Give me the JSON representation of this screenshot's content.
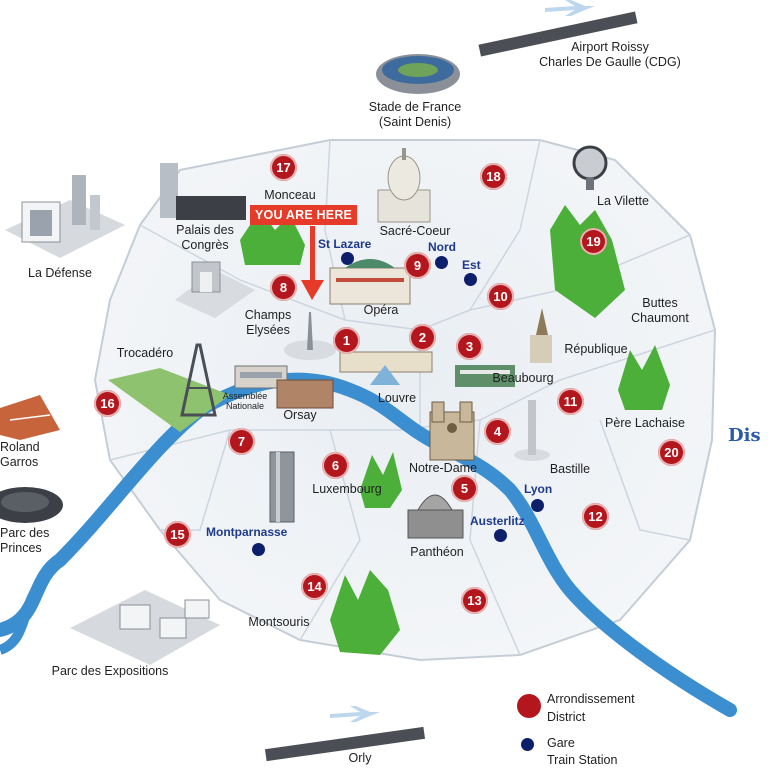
{
  "you_are_here": "YOU ARE HERE",
  "landmarks": {
    "airport_cdg": "Airport Roissy\nCharles De Gaulle (CDG)",
    "stade": "Stade de France\n(Saint Denis)",
    "la_defense": "La Défense",
    "palais_congres": "Palais des\nCongrès",
    "monceau": "Monceau",
    "sacre_coeur": "Sacré-Coeur",
    "la_vilette": "La Vilette",
    "buttes_chaumont": "Buttes\nChaumont",
    "champs_elysees": "Champs\nElysées",
    "opera": "Opéra",
    "trocadero": "Trocadéro",
    "republique": "République",
    "beaubourg": "Beaubourg",
    "assemblee": "Assemblée\nNationale",
    "orsay": "Orsay",
    "louvre": "Louvre",
    "pere_lachaise": "Père Lachaise",
    "roland_garros": "Roland\nGarros",
    "notre_dame": "Notre-Dame",
    "bastille": "Bastille",
    "luxembourg": "Luxembourg",
    "parc_princes": "Parc des\nPrinces",
    "pantheon": "Panthéon",
    "montsouris": "Montsouris",
    "parc_expositions": "Parc des Expositions",
    "orly": "Orly",
    "disney": "Dis"
  },
  "stations": {
    "st_lazare": "St Lazare",
    "nord": "Nord",
    "est": "Est",
    "lyon": "Lyon",
    "austerlitz": "Austerlitz",
    "montparnasse": "Montparnasse"
  },
  "arrondissements": {
    "a1": "1",
    "a2": "2",
    "a3": "3",
    "a4": "4",
    "a5": "5",
    "a6": "6",
    "a7": "7",
    "a8": "8",
    "a9": "9",
    "a10": "10",
    "a11": "11",
    "a12": "12",
    "a13": "13",
    "a14": "14",
    "a15": "15",
    "a16": "16",
    "a17": "17",
    "a18": "18",
    "a19": "19",
    "a20": "20"
  },
  "legend": {
    "district_line1": "Arrondissement",
    "district_line2": "District",
    "station_line1": "Gare",
    "station_line2": "Train Station"
  },
  "colors": {
    "river": "#3b8fd0",
    "district_marker": "#b3171d",
    "station_marker": "#0d1f6a",
    "you_are_here": "#e53b28",
    "park": "#4caf3a"
  }
}
